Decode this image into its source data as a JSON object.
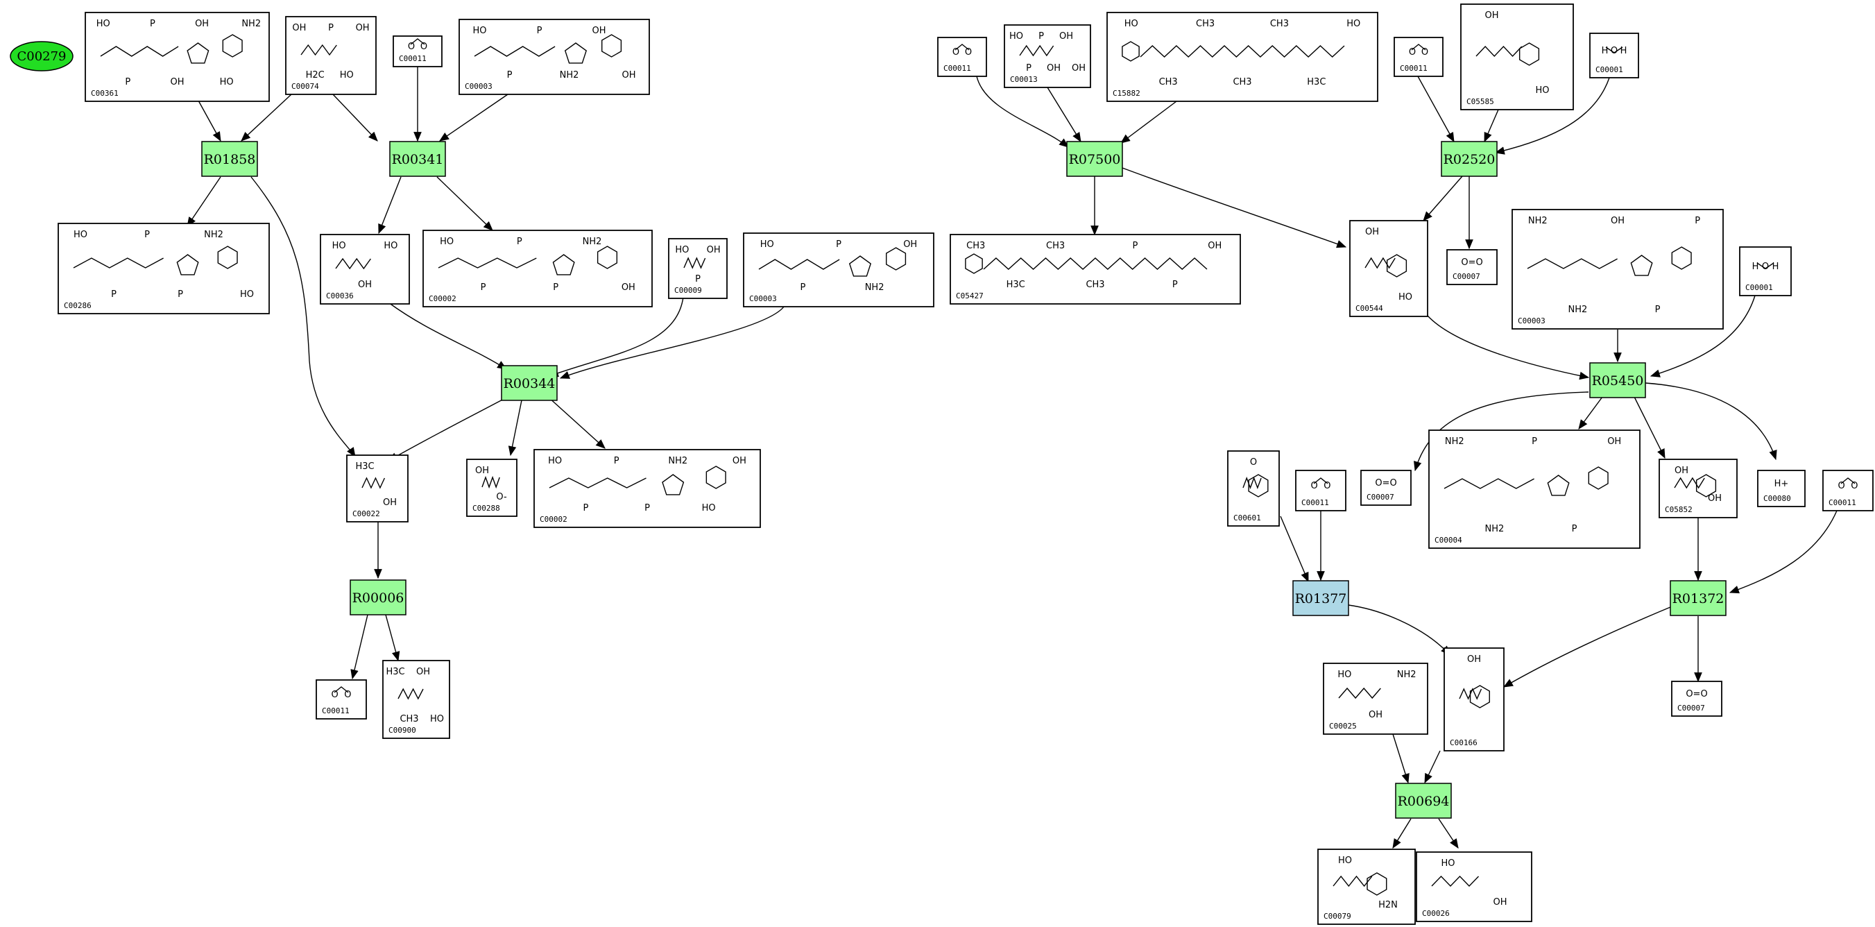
{
  "colors": {
    "reaction": "#98fb98",
    "reaction_alt": "#add8e6",
    "start_node": "#22dd22",
    "edge": "#000000"
  },
  "start_node": {
    "label": "C00279"
  },
  "reactions": [
    {
      "id": "R01858"
    },
    {
      "id": "R00341"
    },
    {
      "id": "R00344"
    },
    {
      "id": "R00006"
    },
    {
      "id": "R07500"
    },
    {
      "id": "R02520"
    },
    {
      "id": "R05450"
    },
    {
      "id": "R01377"
    },
    {
      "id": "R01372"
    },
    {
      "id": "R00694"
    }
  ],
  "compounds": [
    {
      "id": "C00361",
      "atoms": [
        "HO",
        "P",
        "P",
        "OH",
        "OH",
        "HO",
        "NH2"
      ]
    },
    {
      "id": "C00074",
      "atoms": [
        "OH",
        "H2C",
        "P",
        "HO",
        "OH"
      ]
    },
    {
      "id": "C00011",
      "atoms": [
        "O",
        "O"
      ]
    },
    {
      "id": "C00003",
      "atoms": [
        "HO",
        "P",
        "P",
        "NH2",
        "OH",
        "OH"
      ]
    },
    {
      "id": "C00286",
      "atoms": [
        "HO",
        "P",
        "P",
        "P",
        "NH2",
        "HO"
      ]
    },
    {
      "id": "C00036",
      "atoms": [
        "HO",
        "OH",
        "HO"
      ]
    },
    {
      "id": "C00002",
      "atoms": [
        "HO",
        "P",
        "P",
        "P",
        "NH2",
        "OH"
      ]
    },
    {
      "id": "C00009",
      "atoms": [
        "HO",
        "P",
        "OH"
      ]
    },
    {
      "id": "C00003",
      "atoms": [
        "HO",
        "P",
        "P",
        "NH2",
        "OH"
      ]
    },
    {
      "id": "C00022",
      "atoms": [
        "H3C",
        "OH"
      ]
    },
    {
      "id": "C00288",
      "atoms": [
        "OH",
        "O-"
      ]
    },
    {
      "id": "C00002",
      "atoms": [
        "HO",
        "P",
        "P",
        "P",
        "NH2",
        "HO",
        "OH"
      ]
    },
    {
      "id": "C00011",
      "atoms": [
        "O",
        "O"
      ]
    },
    {
      "id": "C00900",
      "atoms": [
        "H3C",
        "CH3",
        "OH",
        "HO"
      ]
    },
    {
      "id": "C00011",
      "atoms": [
        "O",
        "O"
      ]
    },
    {
      "id": "C00013",
      "atoms": [
        "HO",
        "P",
        "P",
        "OH",
        "OH",
        "OH"
      ]
    },
    {
      "id": "C15882",
      "atoms": [
        "HO",
        "CH3",
        "CH3",
        "CH3",
        "CH3",
        "H3C",
        "HO"
      ]
    },
    {
      "id": "C00011",
      "atoms": [
        "O",
        "O"
      ]
    },
    {
      "id": "C05585",
      "atoms": [
        "OH",
        "HO"
      ]
    },
    {
      "id": "C00001",
      "atoms": [
        "H",
        "O",
        "H"
      ]
    },
    {
      "id": "C05427",
      "atoms": [
        "CH3",
        "H3C",
        "CH3",
        "CH3",
        "P",
        "P",
        "OH"
      ]
    },
    {
      "id": "C00544",
      "atoms": [
        "OH",
        "HO"
      ]
    },
    {
      "id": "C00007",
      "atoms": [
        "O=O"
      ]
    },
    {
      "id": "C00003",
      "atoms": [
        "NH2",
        "NH2",
        "OH",
        "P",
        "P"
      ]
    },
    {
      "id": "C00001",
      "atoms": [
        "H",
        "O",
        "H"
      ]
    },
    {
      "id": "C00007",
      "atoms": [
        "O=O"
      ]
    },
    {
      "id": "C00004",
      "atoms": [
        "NH2",
        "NH2",
        "P",
        "P",
        "OH"
      ]
    },
    {
      "id": "C05852",
      "atoms": [
        "OH",
        "OH"
      ]
    },
    {
      "id": "C00080",
      "atoms": [
        "H+"
      ]
    },
    {
      "id": "C00011",
      "atoms": [
        "O",
        "O"
      ]
    },
    {
      "id": "C00601",
      "atoms": [
        "O"
      ]
    },
    {
      "id": "C00011",
      "atoms": [
        "O",
        "O"
      ]
    },
    {
      "id": "C00025",
      "atoms": [
        "HO",
        "OH",
        "NH2"
      ]
    },
    {
      "id": "C00166",
      "atoms": [
        "OH"
      ]
    },
    {
      "id": "C00007",
      "atoms": [
        "O=O"
      ]
    },
    {
      "id": "C00079",
      "atoms": [
        "HO",
        "H2N"
      ]
    },
    {
      "id": "C00026",
      "atoms": [
        "HO",
        "OH"
      ]
    }
  ]
}
